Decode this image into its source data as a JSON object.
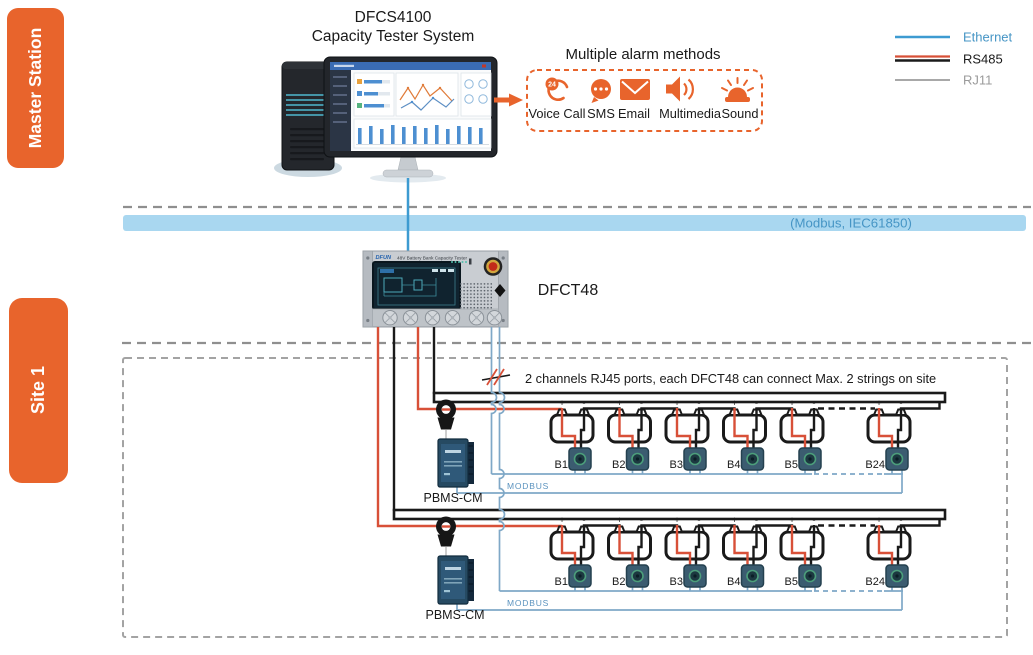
{
  "badges": {
    "master_station": "Master Station",
    "site_1": "Site 1"
  },
  "master": {
    "title_line1": "DFCS4100",
    "title_line2": "Capacity Tester System"
  },
  "alarm": {
    "title": "Multiple alarm methods",
    "badge": "24",
    "methods": [
      {
        "label": "Voice Call",
        "icon": "phone-24-icon"
      },
      {
        "label": "SMS",
        "icon": "sms-bubble-icon"
      },
      {
        "label": "Email",
        "icon": "email-icon"
      },
      {
        "label": "Multimedia",
        "icon": "speaker-icon"
      },
      {
        "label": "Sound",
        "icon": "siren-icon"
      }
    ]
  },
  "legend": {
    "items": [
      {
        "label": "Ethernet",
        "color": "#3D9BD1"
      },
      {
        "label": "RS485",
        "color": "#1A1A1A"
      },
      {
        "label": "RJ11",
        "color": "#9B9B9B"
      }
    ]
  },
  "backbone": {
    "label": "(Modbus, IEC61850)"
  },
  "dfct48": {
    "label": "DFCT48",
    "logo": "DFUN",
    "panel_title": "48V Battery Bank Capacity Tester"
  },
  "site": {
    "note": "2 channels RJ45 ports, each DFCT48 can connect Max. 2 strings on site"
  },
  "terminals": {
    "plus": "+",
    "minus": "-"
  },
  "strings": [
    {
      "name": "string-1",
      "pbms_label": "PBMS-CM",
      "modbus_label": "MODBUS",
      "batteries": [
        "B1",
        "B2",
        "B3",
        "B4",
        "B5",
        "B24"
      ]
    },
    {
      "name": "string-2",
      "pbms_label": "PBMS-CM",
      "modbus_label": "MODBUS",
      "batteries": [
        "B1",
        "B2",
        "B3",
        "B4",
        "B5",
        "B24"
      ]
    }
  ],
  "colors": {
    "accent_orange": "#E8642C",
    "rs485_red": "#D85038",
    "ethernet_blue": "#3D9BD1",
    "sensor_wire_blue": "#7FA8C7",
    "backbone_fill": "#A9D7F0",
    "backbone_text": "#4695C5"
  }
}
